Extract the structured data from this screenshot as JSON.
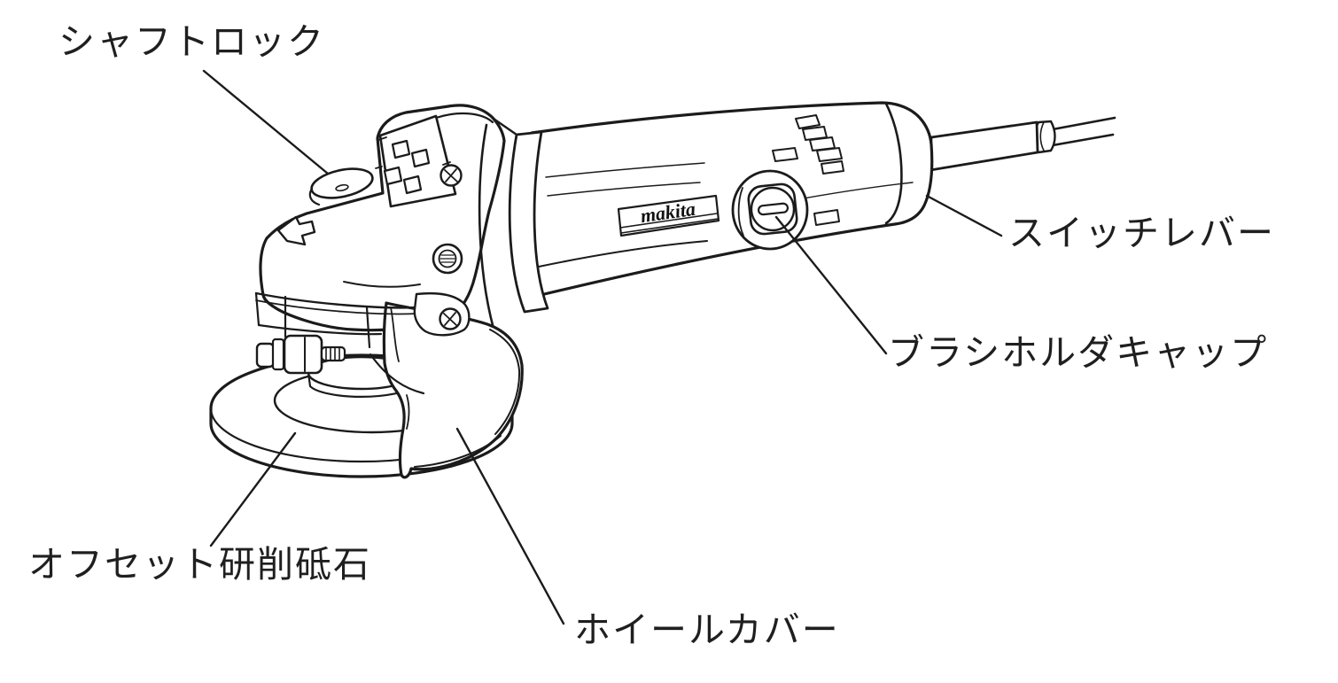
{
  "diagram": {
    "background": "#ffffff",
    "line_color": "#1b1b1b",
    "text_color": "#1f1f1f",
    "logo": {
      "text": "makita"
    },
    "labels": [
      {
        "id": "shaft-lock",
        "text": "シャフトロック",
        "points_to": "shaft-lock-button"
      },
      {
        "id": "switch-lever",
        "text": "スイッチレバー",
        "points_to": "rear-housing"
      },
      {
        "id": "brush-holder-cap",
        "text": "ブラシホルダキャップ",
        "points_to": "brush-holder-cap-part"
      },
      {
        "id": "offset-grinding-wheel",
        "text": "オフセット研削砥石",
        "points_to": "grinding-wheel-part"
      },
      {
        "id": "wheel-cover",
        "text": "ホイールカバー",
        "points_to": "wheel-cover-part"
      }
    ]
  }
}
